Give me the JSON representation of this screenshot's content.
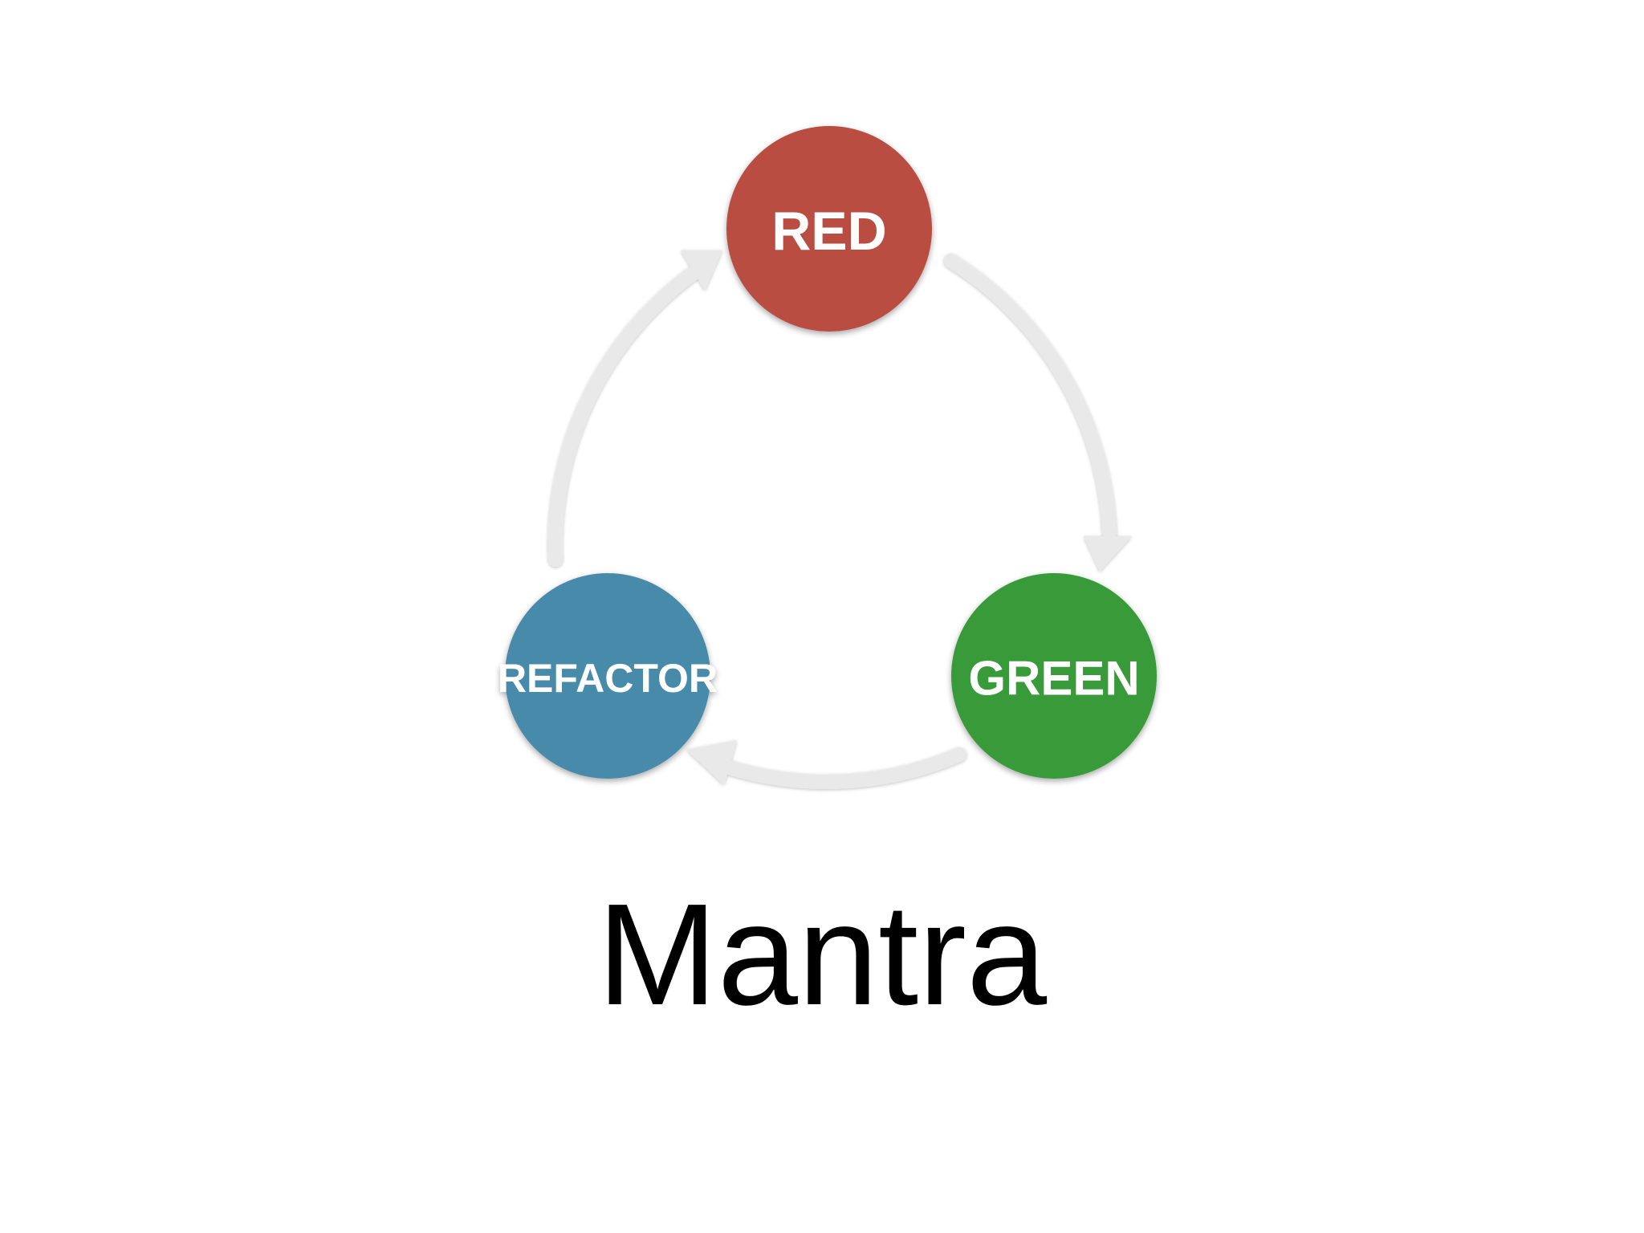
{
  "title": "Mantra",
  "cycle": {
    "nodes": [
      {
        "label": "RED",
        "color": "#b94e42"
      },
      {
        "label": "GREEN",
        "color": "#389a39"
      },
      {
        "label": "REFACTOR",
        "color": "#468aa9"
      }
    ],
    "arrow_color": "#e9e9e9"
  }
}
